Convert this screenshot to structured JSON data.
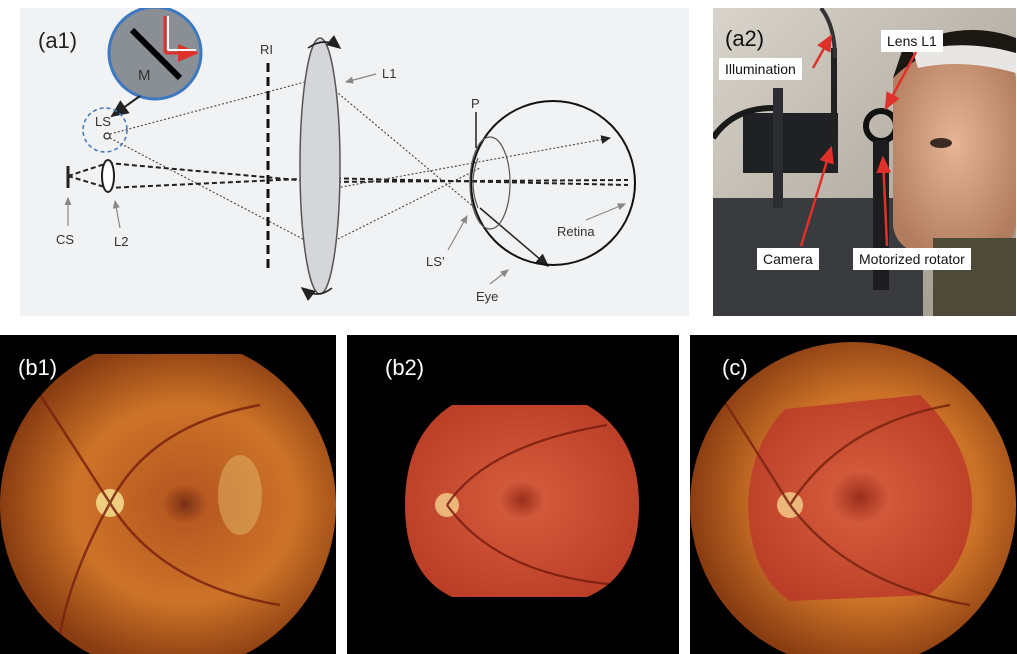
{
  "panel_a1": {
    "label": "(a1)",
    "components": {
      "m": "M",
      "ls": "LS",
      "ri": "RI",
      "l1": "L1",
      "p": "P",
      "cs": "CS",
      "l2": "L2",
      "ls_prime": "LS’",
      "retina": "Retina",
      "eye": "Eye"
    }
  },
  "panel_a2": {
    "label": "(a2)",
    "illumination": "Illumination",
    "lens_l1": "Lens L1",
    "camera": "Camera",
    "motorized_rotator": "Motorized rotator"
  },
  "panel_b1": {
    "label": "(b1)"
  },
  "panel_b2": {
    "label": "(b2)"
  },
  "panel_c": {
    "label": "(c)"
  },
  "colors": {
    "diagram_bg": "#f1f2f3",
    "inset_fill": "#8a8e95",
    "inset_border": "#3d78c2",
    "arrow_red": "#e0302a",
    "fundus_orange": "#c86a24",
    "fundus_red": "#d24a32"
  }
}
